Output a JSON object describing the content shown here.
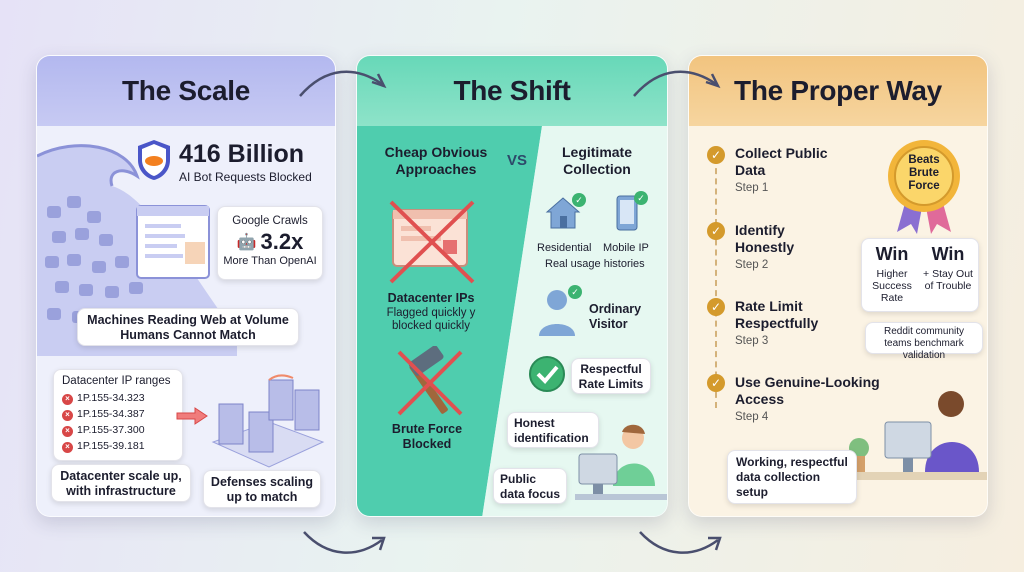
{
  "panels": {
    "scale": {
      "title": "The Scale",
      "big_number": "416 Billion",
      "big_caption": "AI Bot Requests Blocked",
      "google_card": {
        "line1": "Google Crawls",
        "multiplier": "3.2x",
        "line2": "More Than OpenAI"
      },
      "machines_caption": "Machines Reading Web at Volume Humans Cannot Match",
      "ip_box": {
        "title": "Datacenter IP ranges",
        "ips": [
          "1P.155-34.323",
          "1P.155-34.387",
          "1P.155-37.300",
          "1P.155-39.181"
        ]
      },
      "scale_caption": "Datacenter scale up, with infrastructure",
      "defense_caption": "Defenses scaling up to match"
    },
    "shift": {
      "title": "The Shift",
      "left_heading": "Cheap Obvious Approaches",
      "vs": "VS",
      "right_heading": "Legitimate Collection",
      "datacenter_label": "Datacenter IPs",
      "datacenter_sub": "Flagged quickly y blocked quickly",
      "brute_label": "Brute Force Blocked",
      "residential": "Residential",
      "mobile_ip": "Mobile IP",
      "usage_histories": "Real usage histories",
      "ordinary_visitor": "Ordinary Visitor",
      "rate_limits": "Respectful Rate Limits",
      "honest_id": "Honest identification",
      "public_focus": "Public data focus"
    },
    "proper": {
      "title": "The Proper Way",
      "steps": [
        {
          "title": "Collect Public Data",
          "step": "Step 1"
        },
        {
          "title": "Identify Honestly",
          "step": "Step 2"
        },
        {
          "title": "Rate Limit Respectfully",
          "step": "Step 3"
        },
        {
          "title": "Use Genuine-Looking Access",
          "step": "Step 4"
        }
      ],
      "badge": "Beats Brute Force",
      "win1_label": "Win",
      "win1_sub": "Higher Success Rate",
      "win2_label": "Win",
      "win2_sub": "+ Stay Out of Trouble",
      "reddit_note": "Reddit community teams benchmark validation",
      "setup_caption": "Working, respectful data collection setup"
    }
  },
  "colors": {
    "scale_header": "#b3b8ef",
    "shift_header": "#67d8b8",
    "proper_header": "#f2c47f",
    "cloudflare_orange": "#f38020",
    "check_gold": "#d49a2c",
    "block_red": "#d84747",
    "check_green": "#3cb371"
  },
  "icons": [
    "cloudflare-shield-icon",
    "wave-icon",
    "robot-icon",
    "browser-window-icon",
    "server-rack-icon",
    "house-icon",
    "phone-icon",
    "person-icon",
    "hammer-icon",
    "check-circle-icon",
    "badge-ribbon-icon",
    "desk-person-icon",
    "curved-arrow-icon"
  ]
}
